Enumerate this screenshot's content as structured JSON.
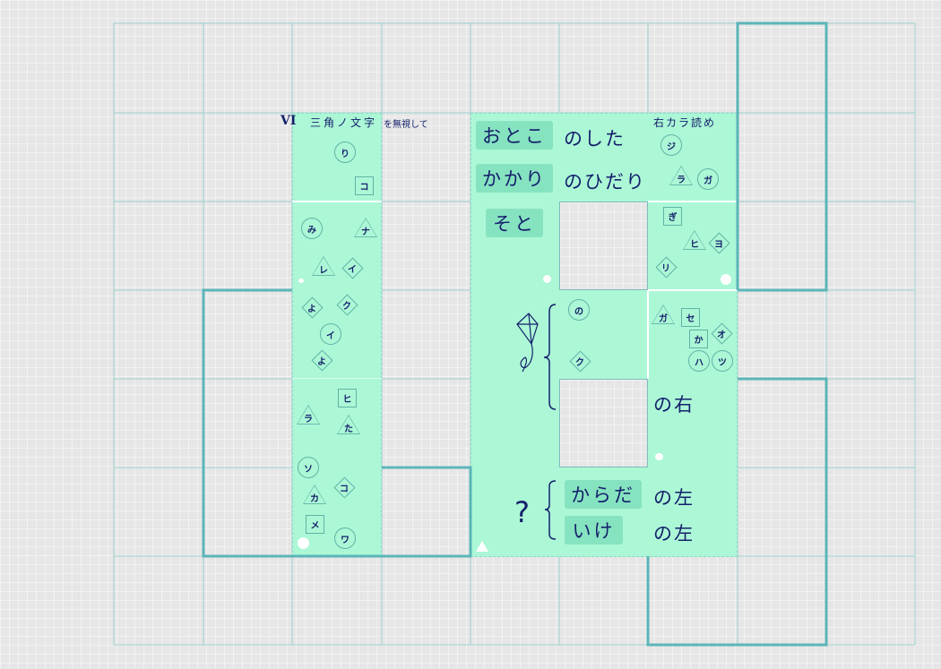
{
  "header": {
    "roman": "VI",
    "instruction": "三角ノ文字",
    "instruction_suffix": "を無視して",
    "right_hint": "右カラ読め"
  },
  "clues": {
    "r1_box": "おとこ",
    "r1_text": "のした",
    "r2_box": "かかり",
    "r2_text": "のひだり",
    "r3_box": "そと",
    "right_of": "の右",
    "question": "?",
    "q1_box": "からだ",
    "q1_text": "の左",
    "q2_box": "いけ",
    "q2_text": "の左"
  },
  "tiles_left": [
    "り",
    "コ",
    "み",
    "ナ",
    "レ",
    "イ",
    "よ",
    "ク",
    "イ",
    "よ",
    "ヒ",
    "ラ",
    "た",
    "ソ",
    "コ",
    "カ",
    "メ",
    "ワ"
  ],
  "tiles_right": [
    "ジ",
    "ラ",
    "ガ",
    "ぎ",
    "ヒ",
    "ヨ",
    "リ",
    "ガ",
    "セ",
    "か",
    "オ",
    "ハ",
    "ツ"
  ],
  "tiles_center": [
    "の",
    "ク"
  ],
  "colors": {
    "mint": "#acf7d6",
    "label": "#86e3c0",
    "ink": "#14206b",
    "outline": "#5bb5b8"
  }
}
